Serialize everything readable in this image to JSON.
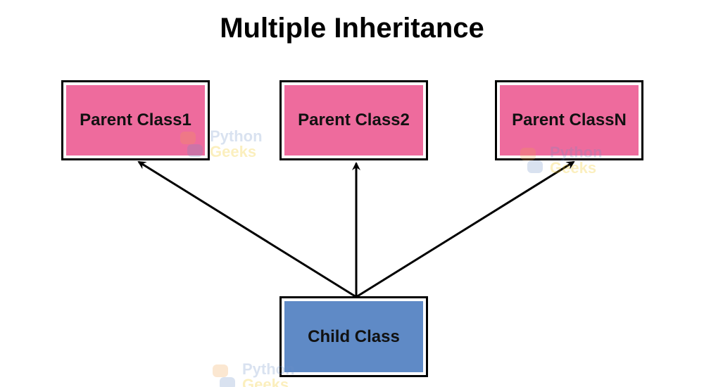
{
  "title": "Multiple Inheritance",
  "colors": {
    "parent_fill": "#ee6b9d",
    "child_fill": "#5f8ac6",
    "border": "#000000",
    "arrow": "#000000",
    "watermark_blue": "#6b8fc7",
    "watermark_yellow": "#f2c200"
  },
  "parents": [
    {
      "label": "Parent Class1"
    },
    {
      "label": "Parent Class2"
    },
    {
      "label": "Parent ClassN"
    }
  ],
  "child": {
    "label": "Child Class"
  },
  "watermark": {
    "line1": "Python",
    "line2": "Geeks",
    "icon": "python-geeks-logo-icon"
  }
}
